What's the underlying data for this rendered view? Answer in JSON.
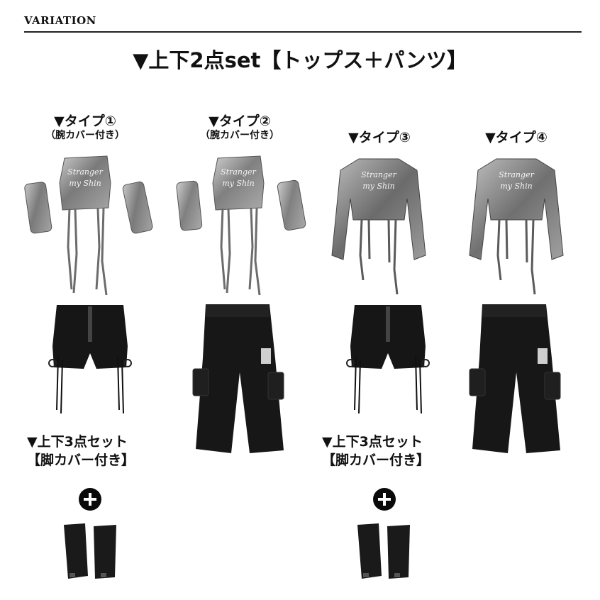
{
  "header": {
    "title": "VARIATION"
  },
  "headline": "▼上下2点set【トップス＋パンツ】",
  "types": [
    {
      "label": "▼タイプ①",
      "sub": "（腕カバー付き）"
    },
    {
      "label": "▼タイプ②",
      "sub": "（腕カバー付き）"
    },
    {
      "label": "▼タイプ③",
      "sub": ""
    },
    {
      "label": "▼タイプ④",
      "sub": ""
    }
  ],
  "set_labels": [
    {
      "line1": "▼上下3点セット",
      "line2": "【脚カバー付き】"
    },
    {
      "line1": "▼上下3点セット",
      "line2": "【脚カバー付き】"
    }
  ],
  "print_text": [
    "Stranger",
    "my Shin"
  ],
  "colors": {
    "silver": "#8d8d8d",
    "black": "#161616",
    "text": "#111111"
  }
}
